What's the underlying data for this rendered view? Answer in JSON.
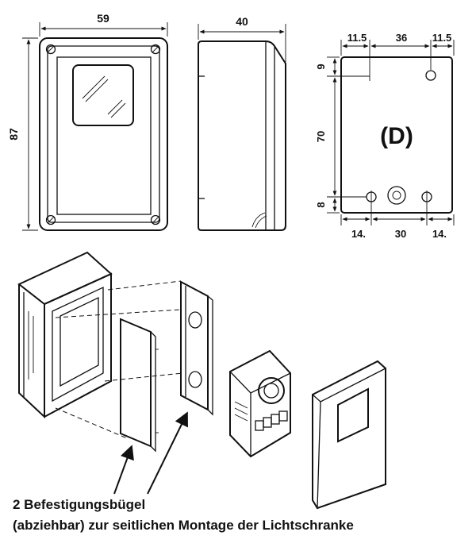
{
  "front_view": {
    "width_label": "59",
    "height_label": "87"
  },
  "side_view": {
    "depth_label": "40"
  },
  "hole_view": {
    "marker": "(D)",
    "top_left_label": "11.5",
    "top_mid_label": "36",
    "top_right_label": "11.5",
    "left_top_label": "9",
    "left_mid_label": "70",
    "left_bottom_label": "8",
    "bottom_left_label": "14.",
    "bottom_mid_label": "30",
    "bottom_right_label": "14."
  },
  "caption": {
    "line1": "2 Befestigungsbügel",
    "line2": "(abziehbar) zur seitlichen Montage der Lichtschranke"
  }
}
